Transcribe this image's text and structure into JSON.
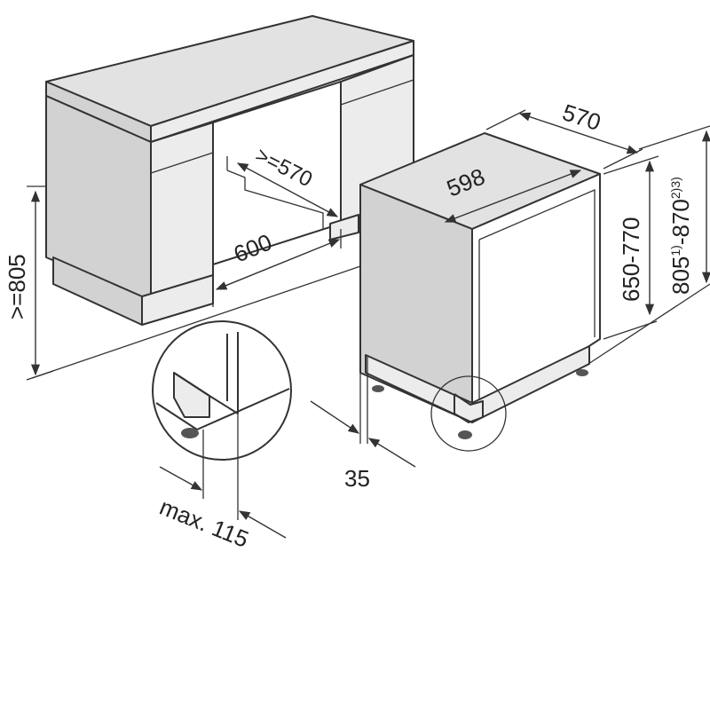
{
  "labels": {
    "cabinet_height": ">=805",
    "niche_width": "600",
    "niche_depth": ">=570",
    "appliance_depth": "570",
    "appliance_width": "598",
    "door_height_range": "650-770",
    "total_height_base_a": "805",
    "total_height_sup_a": "1)",
    "total_height_dash": "-870",
    "total_height_sup_b": "2)3)",
    "toe_recess": "35",
    "detail_max": "max. 115"
  },
  "colors": {
    "line": "#333333",
    "face_top": "#e2e2e2",
    "face_side": "#d2d2d2",
    "face_light": "#ececec"
  }
}
